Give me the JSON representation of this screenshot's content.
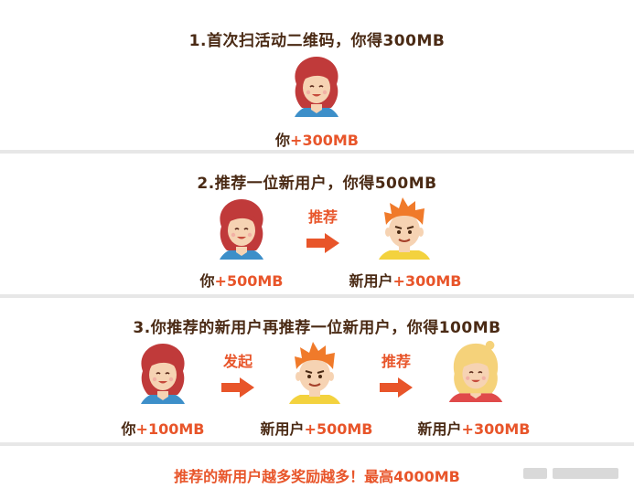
{
  "step1": {
    "title": "1.首次扫活动二维码，你得300MB",
    "you_label": "你",
    "you_amount": "+300MB"
  },
  "step2": {
    "title": "2.推荐一位新用户，你得500MB",
    "arrow_label": "推荐",
    "you_label": "你",
    "you_amount": "+500MB",
    "new_user_label": "新用户",
    "new_user_amount": "+300MB"
  },
  "step3": {
    "title": "3.你推荐的新用户再推荐一位新用户，你得100MB",
    "arrow1_label": "发起",
    "arrow2_label": "推荐",
    "you_label": "你",
    "you_amount": "+100MB",
    "new_user1_label": "新用户",
    "new_user1_amount": "+500MB",
    "new_user2_label": "新用户",
    "new_user2_amount": "+300MB"
  },
  "footer": {
    "text": "推荐的新用户越多奖励越多！最高4000MB"
  },
  "colors": {
    "accent": "#e8552a",
    "text_dark": "#4a2a14",
    "divider": "#e7e7e7"
  },
  "icons": {
    "woman": "woman-red-hair-avatar",
    "boy": "boy-orange-hair-avatar",
    "girl": "girl-blonde-hair-avatar",
    "arrow": "arrow-right-icon"
  }
}
